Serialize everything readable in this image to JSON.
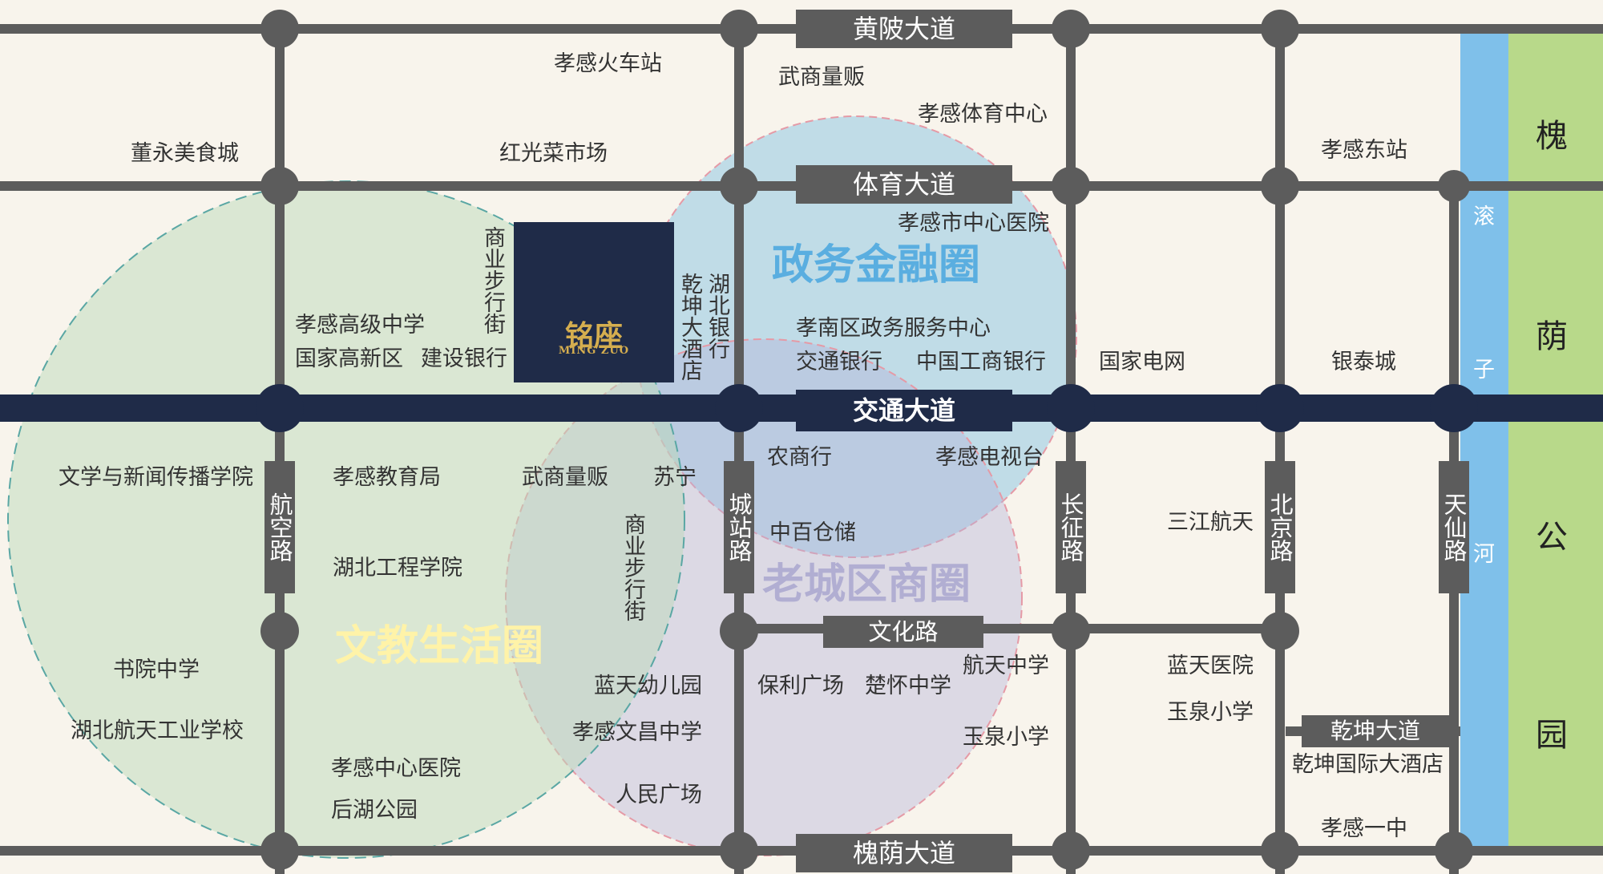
{
  "roads": {
    "huangpi": "黄陂大道",
    "tiyu": "体育大道",
    "jiaotong": "交通大道",
    "wenhua": "文化路",
    "huaiyin": "槐荫大道",
    "hangkong": "航空路",
    "chengzhan": "城站路",
    "changzheng": "长征路",
    "beijing": "北京路",
    "tianxian": "天仙路",
    "qiankun": "乾坤大道"
  },
  "zones": {
    "government": "政务金融圈",
    "oldtown": "老城区商圈",
    "education": "文教生活圈"
  },
  "pois": {
    "train_station": "孝感火车站",
    "wushang_north": "武商量贩",
    "stadium": "孝感体育中心",
    "dongyongmei": "董永美食城",
    "hongguang": "红光菜市场",
    "east_station": "孝感东站",
    "central_hospital_city": "孝感市中心医院",
    "high_school": "孝感高级中学",
    "hightech": "国家高新区",
    "ccb": "建设银行",
    "gov_service": "孝南区政务服务中心",
    "bocom": "交通银行",
    "icbc": "中国工商银行",
    "state_grid": "国家电网",
    "yintai": "银泰城",
    "journalism": "文学与新闻传播学院",
    "edu_bureau": "孝感教育局",
    "wushang_south": "武商量贩",
    "suning": "苏宁",
    "rural_bank": "农商行",
    "tv_station": "孝感电视台",
    "sanjiang": "三江航天",
    "zhongbai": "中百仓储",
    "hubei_eng": "湖北工程学院",
    "shuyuan": "书院中学",
    "aerospace_school": "湖北航天工业学校",
    "lantian_kg": "蓝天幼儿园",
    "poly": "保利广场",
    "chuhuai": "楚怀中学",
    "hangtian_ms": "航天中学",
    "lantian_hosp": "蓝天医院",
    "yuquan_ms": "玉泉小学",
    "yuquan_ps": "玉泉小学",
    "wenchang": "孝感文昌中学",
    "central_hosp": "孝感中心医院",
    "peoples_sq": "人民广场",
    "houhu": "后湖公园",
    "qiankun_intl": "乾坤国际大酒店",
    "xiaogan_no1": "孝感一中"
  },
  "vertical_pois": {
    "pedestrian_north": "商业步行街",
    "qiankun_hotel": "乾坤大酒店",
    "hubei_bank": "湖北银行",
    "pedestrian_south": "商业步行街"
  },
  "river": {
    "top": "滚",
    "mid": "子",
    "bottom": "河"
  },
  "park": {
    "c1": "槐",
    "c2": "荫",
    "c3": "公",
    "c4": "园"
  },
  "logo": {
    "text": "铭座",
    "sub": "MING ZUO"
  },
  "colors": {
    "road": "#5c5c5c",
    "main_road": "#1f2b48",
    "background": "#f8f4ec",
    "government_zone": "#7cbfe3",
    "oldtown_zone": "#b6b3d8",
    "education_zone": "#bcd9b9",
    "government_text": "#5aaee0",
    "oldtown_text": "#b1aed2",
    "education_text": "#fff3a8",
    "river": "#7fc0ea",
    "park": "#b8d98a",
    "logo_gold": "#d5ae4f"
  }
}
